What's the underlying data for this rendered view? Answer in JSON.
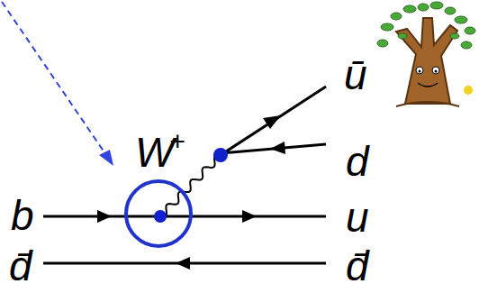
{
  "diagram": {
    "labels": [
      "b",
      "d̄",
      "W",
      "+",
      "ū",
      "d",
      "u",
      "d̄"
    ]
  }
}
